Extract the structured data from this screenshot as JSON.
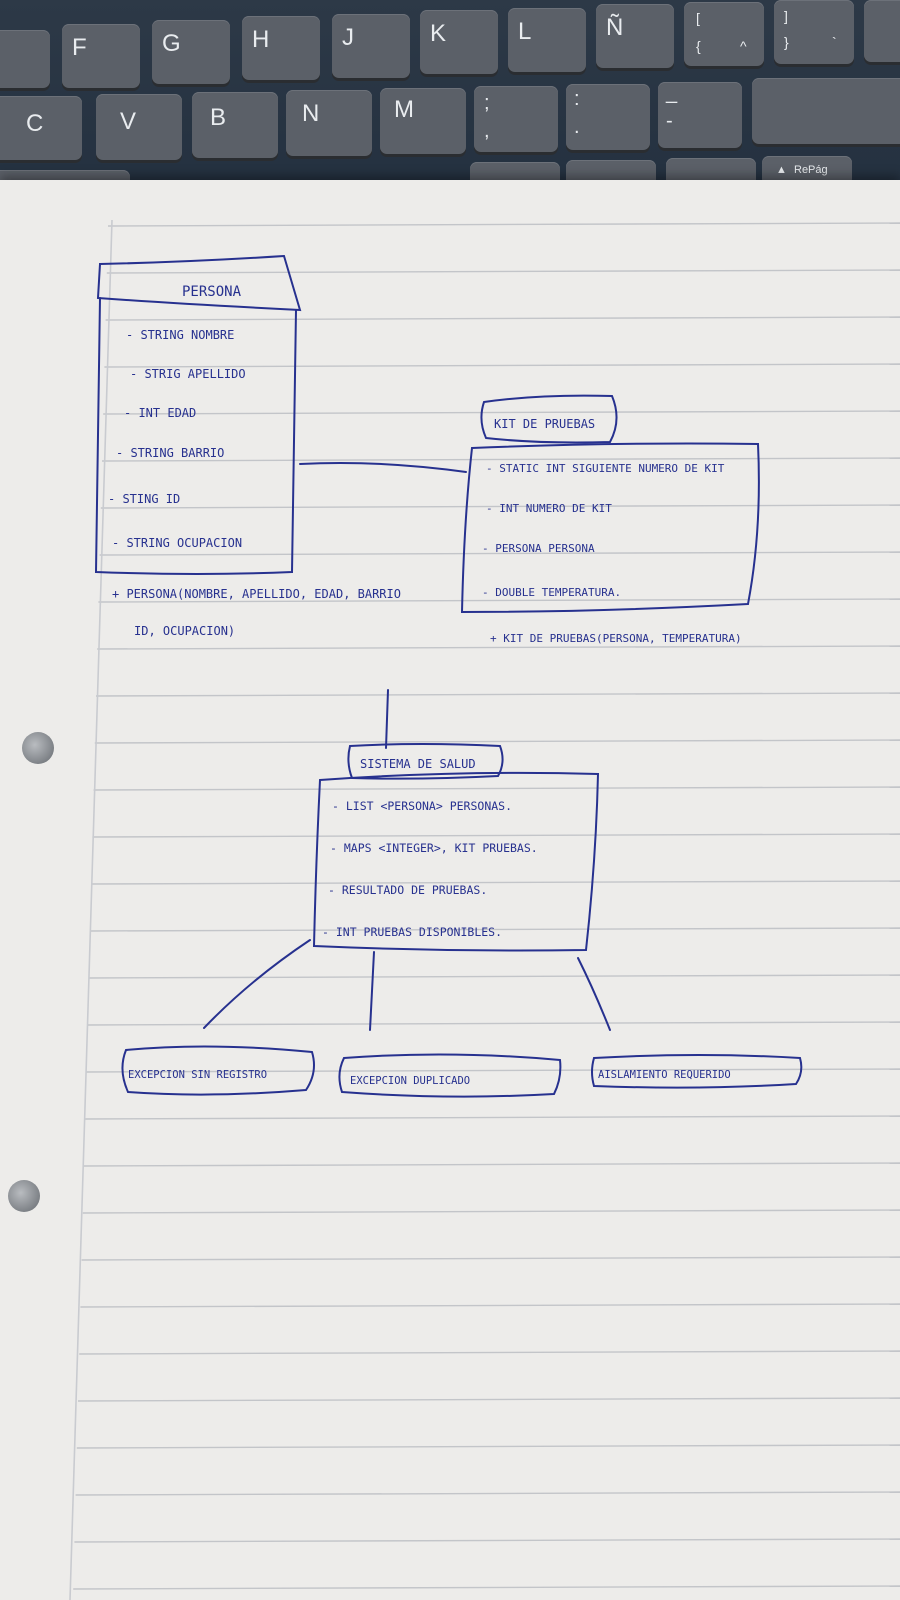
{
  "keyboard": {
    "row1": [
      "F",
      "G",
      "H",
      "J",
      "K",
      "L",
      "Ñ"
    ],
    "row2": [
      "C",
      "V",
      "B",
      "N",
      "M"
    ],
    "bracket_key": [
      "[",
      "{",
      "^"
    ],
    "close_bracket_key": [
      "]",
      "}",
      "`"
    ],
    "semicolon_key": [
      ";",
      ","
    ],
    "colon_key": [
      ":",
      "."
    ],
    "dash_key": [
      "_",
      "-"
    ],
    "repag_key": "RePág"
  },
  "colors": {
    "ink": "#27318f",
    "paper": "#edecea",
    "rule": "#c3c5c9",
    "margin": "#c9cbd0"
  },
  "diagram": {
    "persona": {
      "title": "PERSONA",
      "attributes": [
        "- STRING NOMBRE",
        "- STRIG APELLIDO",
        "- INT EDAD",
        "- STRING BARRIO",
        "- STING ID",
        "- STRING OCUPACION"
      ],
      "constructor_line1": "+ PERSONA(NOMBRE, APELLIDO, EDAD, BARRIO",
      "constructor_line2": "ID, OCUPACION)"
    },
    "kit": {
      "title": "KIT DE PRUEBAS",
      "attributes": [
        "- STATIC INT SIGUIENTE NUMERO DE KIT",
        "- INT NUMERO DE KIT",
        "- PERSONA PERSONA",
        "- DOUBLE TEMPERATURA."
      ],
      "constructor": "+ KIT DE PRUEBAS(PERSONA, TEMPERATURA)"
    },
    "sistema": {
      "title": "SISTEMA DE SALUD",
      "attributes": [
        "- LIST <PERSONA> PERSONAS.",
        "- MAPS <INTEGER>, KIT PRUEBAS.",
        "- RESULTADO DE PRUEBAS.",
        "- INT PRUEBAS DISPONIBLES."
      ]
    },
    "exceptions": [
      "EXCEPCION SIN REGISTRO",
      "EXCEPCION DUPLICADO",
      "AISLAMIENTO REQUERIDO"
    ]
  }
}
